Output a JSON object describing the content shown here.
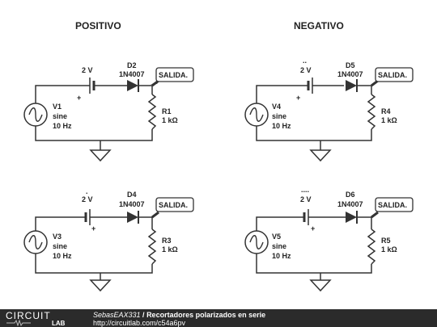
{
  "headers": {
    "left": "POSITIVO",
    "right": "NEGATIVO"
  },
  "circuits": [
    {
      "id": "tl",
      "marker": "",
      "source": {
        "name": "V1",
        "type": "sine",
        "freq": "10 Hz"
      },
      "battery": {
        "voltage": "2 V",
        "plus": "+"
      },
      "diode": {
        "name": "D2",
        "model": "1N4007"
      },
      "resistor": {
        "name": "R1",
        "value": "1 kΩ"
      },
      "output": "SALIDA."
    },
    {
      "id": "tr",
      "marker": "..",
      "source": {
        "name": "V4",
        "type": "sine",
        "freq": "10 Hz"
      },
      "battery": {
        "voltage": "2 V",
        "plus": "+"
      },
      "diode": {
        "name": "D5",
        "model": "1N4007"
      },
      "resistor": {
        "name": "R4",
        "value": "1 kΩ"
      },
      "output": "SALIDA."
    },
    {
      "id": "bl",
      "marker": ".",
      "source": {
        "name": "V3",
        "type": "sine",
        "freq": "10 Hz"
      },
      "battery": {
        "voltage": "2 V",
        "plus": "+"
      },
      "diode": {
        "name": "D4",
        "model": "1N4007"
      },
      "resistor": {
        "name": "R3",
        "value": "1 kΩ"
      },
      "output": "SALIDA."
    },
    {
      "id": "br",
      "marker": "....",
      "source": {
        "name": "V5",
        "type": "sine",
        "freq": "10 Hz"
      },
      "battery": {
        "voltage": "2 V",
        "plus": "+"
      },
      "diode": {
        "name": "D6",
        "model": "1N4007"
      },
      "resistor": {
        "name": "R5",
        "value": "1 kΩ"
      },
      "output": "SALIDA."
    }
  ],
  "footer": {
    "logo_top": "CIRCUIT",
    "logo_bottom": "LAB",
    "author": "SebasEAX331",
    "separator": " / ",
    "title": "Recortadores polarizados en serie",
    "url": "http://circuitlab.com/c54a6pv"
  }
}
